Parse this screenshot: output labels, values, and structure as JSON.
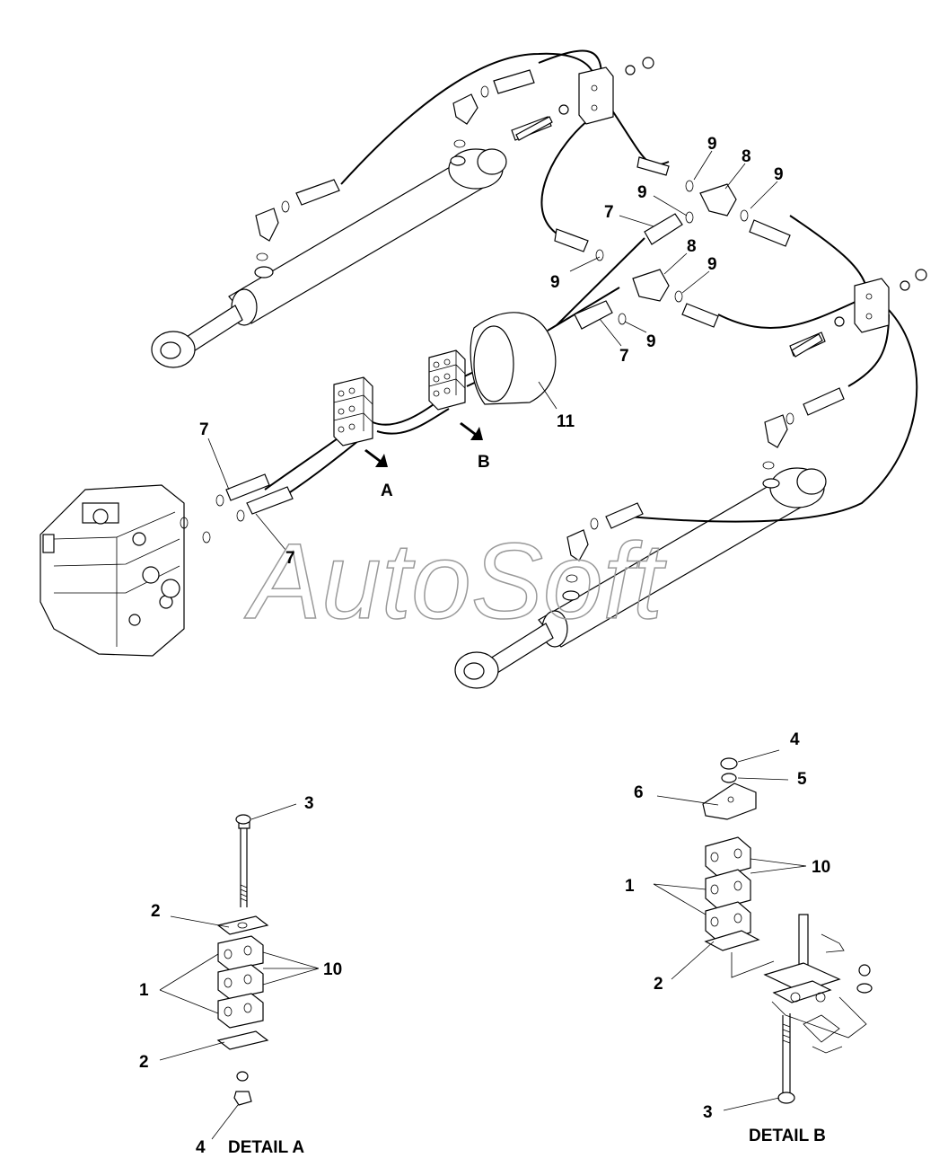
{
  "watermark": "AutoSoft",
  "callouts": {
    "n7a": "7",
    "n7b": "7",
    "n7c": "7",
    "n7d": "7",
    "n8a": "8",
    "n8b": "8",
    "n9a": "9",
    "n9b": "9",
    "n9c": "9",
    "n9d": "9",
    "n9e": "9",
    "n9f": "9",
    "n11": "11",
    "arrowA": "A",
    "arrowB": "B",
    "dA_3": "3",
    "dA_2top": "2",
    "dA_10": "10",
    "dA_1": "1",
    "dA_2bot": "2",
    "dA_4": "4",
    "dB_4": "4",
    "dB_5": "5",
    "dB_6": "6",
    "dB_10": "10",
    "dB_1": "1",
    "dB_2": "2",
    "dB_3": "3"
  },
  "detail_titles": {
    "a": "DETAIL A",
    "b": "DETAIL B"
  }
}
